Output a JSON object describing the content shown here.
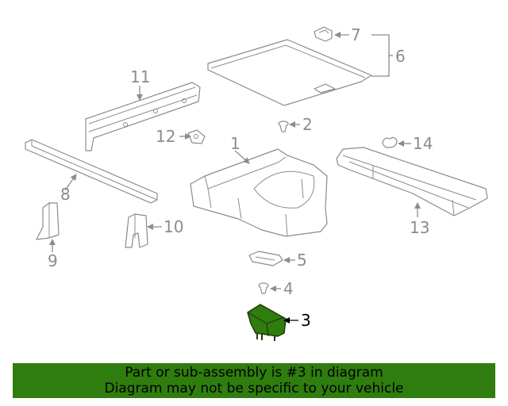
{
  "callouts": [
    "1",
    "2",
    "3",
    "4",
    "5",
    "6",
    "7",
    "8",
    "9",
    "10",
    "11",
    "12",
    "13",
    "14"
  ],
  "highlight_color": "#2f7d0e",
  "banner": {
    "line1": "Part or sub-assembly is #3 in diagram",
    "line2": "Diagram may not be specific to your vehicle"
  }
}
